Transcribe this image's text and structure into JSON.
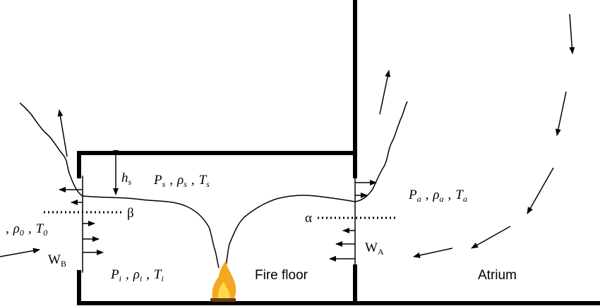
{
  "diagram": {
    "region_labels": {
      "fire_floor": "Fire floor",
      "atrium": "Atrium"
    },
    "smoke_layer_height": {
      "symbol": "h",
      "sub": "s"
    },
    "smoke_layer_state": [
      {
        "symbol": "P",
        "sub": "s"
      },
      {
        "symbol": "ρ",
        "sub": "s"
      },
      {
        "symbol": "T",
        "sub": "s"
      }
    ],
    "lower_layer_state": [
      {
        "symbol": "P",
        "sub": "i"
      },
      {
        "symbol": "ρ",
        "sub": "i"
      },
      {
        "symbol": "T",
        "sub": "i"
      }
    ],
    "atrium_state": [
      {
        "symbol": "P",
        "sub": "a"
      },
      {
        "symbol": "ρ",
        "sub": "a"
      },
      {
        "symbol": "T",
        "sub": "a"
      }
    ],
    "ambient_state": [
      {
        "symbol": "ρ",
        "sub": "0"
      },
      {
        "symbol": "T",
        "sub": "0"
      }
    ],
    "neutral_planes": {
      "left": "β",
      "right": "α"
    },
    "openings": {
      "left": {
        "symbol": "W",
        "sub": "B"
      },
      "right": {
        "symbol": "W",
        "sub": "A"
      }
    },
    "separator": ","
  },
  "colors": {
    "line": "#000000",
    "flame_outer": "#f5a623",
    "flame_inner": "#ffd84d",
    "fuel": "#6b3b12"
  }
}
